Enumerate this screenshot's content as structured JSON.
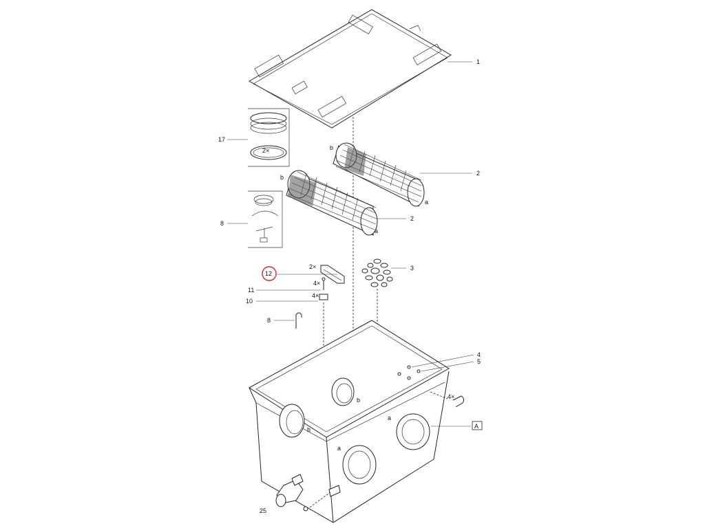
{
  "callouts": {
    "c1": "1",
    "c2a": "2",
    "c2b": "2",
    "c3": "3",
    "c4": "4",
    "c5": "5",
    "c8a": "8",
    "c8b": "8",
    "c10": "10",
    "c11": "11",
    "c12": "12",
    "c17": "17",
    "c25": "25",
    "cA": "A"
  },
  "quantities": {
    "q17": "2×",
    "q12": "2×",
    "q11": "4×",
    "q10": "4×",
    "q4": "4×"
  },
  "port_letters": {
    "b_top": "b",
    "a_top": "a",
    "b_mid": "b",
    "a_mid": "a",
    "b_box1": "b",
    "b_box2": "b",
    "a_box1": "a",
    "a_box2": "a"
  },
  "colors": {
    "line": "#222222",
    "highlight": "#e0202a",
    "background": "#ffffff"
  }
}
